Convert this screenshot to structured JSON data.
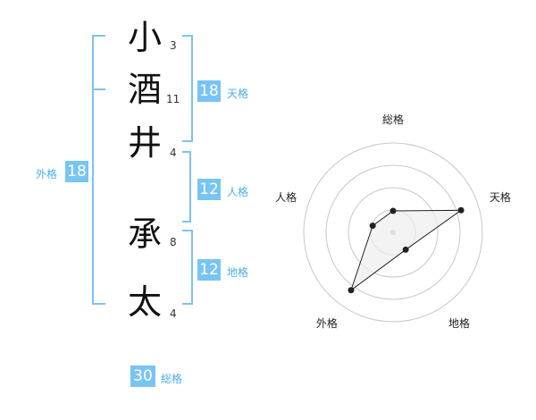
{
  "name": {
    "chars": [
      {
        "char": "小",
        "strokes": "3"
      },
      {
        "char": "酒",
        "strokes": "11"
      },
      {
        "char": "井",
        "strokes": "4"
      },
      {
        "char": "承",
        "strokes": "8"
      },
      {
        "char": "太",
        "strokes": "4"
      }
    ]
  },
  "fortune": {
    "tenkaku": {
      "value": "18",
      "label": "天格"
    },
    "jinkaku": {
      "value": "12",
      "label": "人格"
    },
    "chikaku": {
      "value": "12",
      "label": "地格"
    },
    "gaikaku": {
      "value": "18",
      "label": "外格"
    },
    "soukaku": {
      "value": "30",
      "label": "総格"
    }
  },
  "radar": {
    "axes": [
      "総格",
      "天格",
      "地格",
      "外格",
      "人格"
    ],
    "levels": 4,
    "values": [
      1.2,
      4.0,
      1.2,
      4.0,
      1.2
    ],
    "max": 5,
    "line_color": "#222222",
    "fill_color": "#eeeeee",
    "ring_color": "#c8c8c8"
  },
  "colors": {
    "accent": "#78c4f5",
    "accent_text": "#4ab0ec",
    "bracket": "#7cc3f2"
  }
}
